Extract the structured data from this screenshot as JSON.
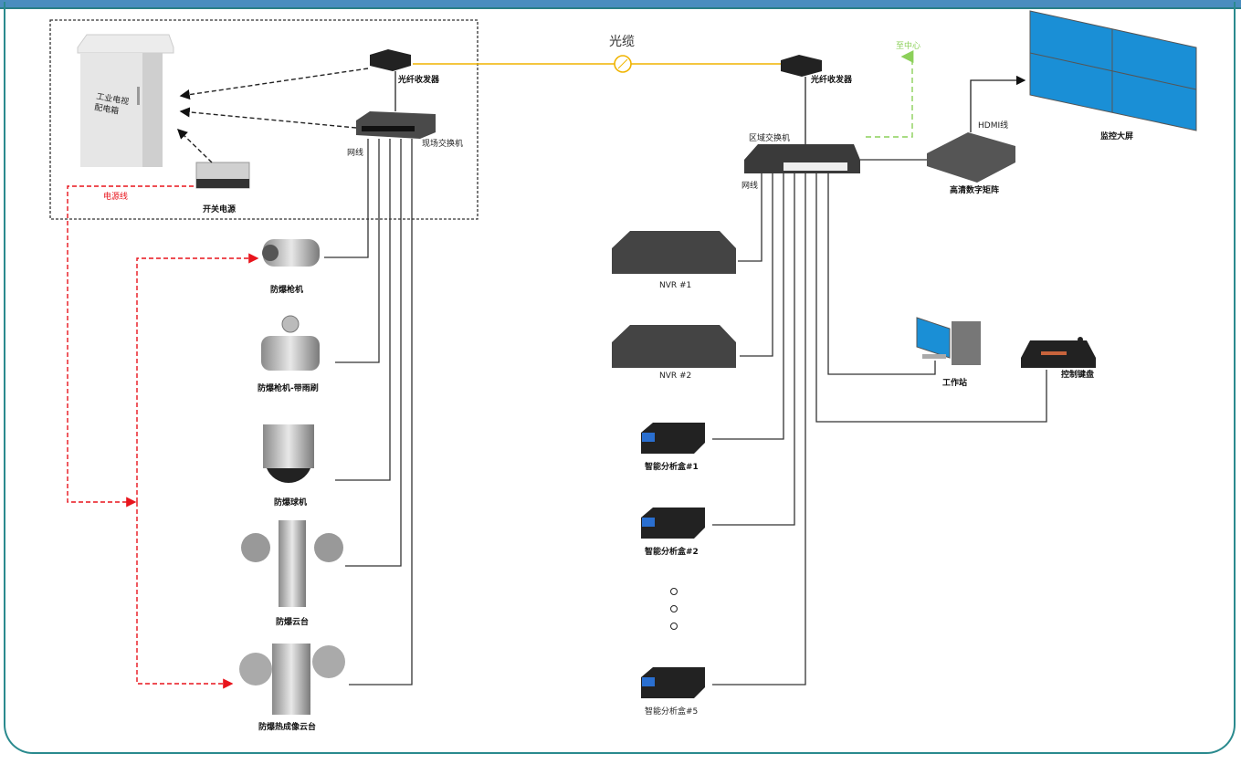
{
  "diagram": {
    "field_zone": {
      "cabinet": "工业电视\n配电箱",
      "fiber_transceiver": "光纤收发器",
      "field_switch": "现场交换机",
      "network_cable": "网线",
      "power_supply": "开关电源",
      "power_line": "电源线"
    },
    "fiber_cable": "光缆",
    "cameras": [
      {
        "label": "防爆枪机"
      },
      {
        "label": "防爆枪机-带雨刷"
      },
      {
        "label": "防爆球机"
      },
      {
        "label": "防爆云台"
      },
      {
        "label": "防爆热成像云台"
      }
    ],
    "center": {
      "fiber_transceiver": "光纤收发器",
      "region_switch": "区域交换机",
      "network_cable": "网线",
      "to_center": "至中心",
      "hdmi": "HDMI线",
      "matrix": "高清数字矩阵",
      "video_wall": "监控大屏",
      "workstation": "工作站",
      "keyboard": "控制键盘",
      "nvrs": [
        {
          "label": "NVR #1"
        },
        {
          "label": "NVR #2"
        }
      ],
      "analysis_boxes": [
        {
          "label": "智能分析盒#1"
        },
        {
          "label": "智能分析盒#2"
        },
        {
          "label": "智能分析盒#5"
        }
      ]
    },
    "colors": {
      "fiber": "#f0b400",
      "power": "#e8141c",
      "uplink": "#8cd05a",
      "frame": "#2a8a8e",
      "topbar": "#4a8dbf",
      "screen": "#1a8fd6"
    }
  }
}
